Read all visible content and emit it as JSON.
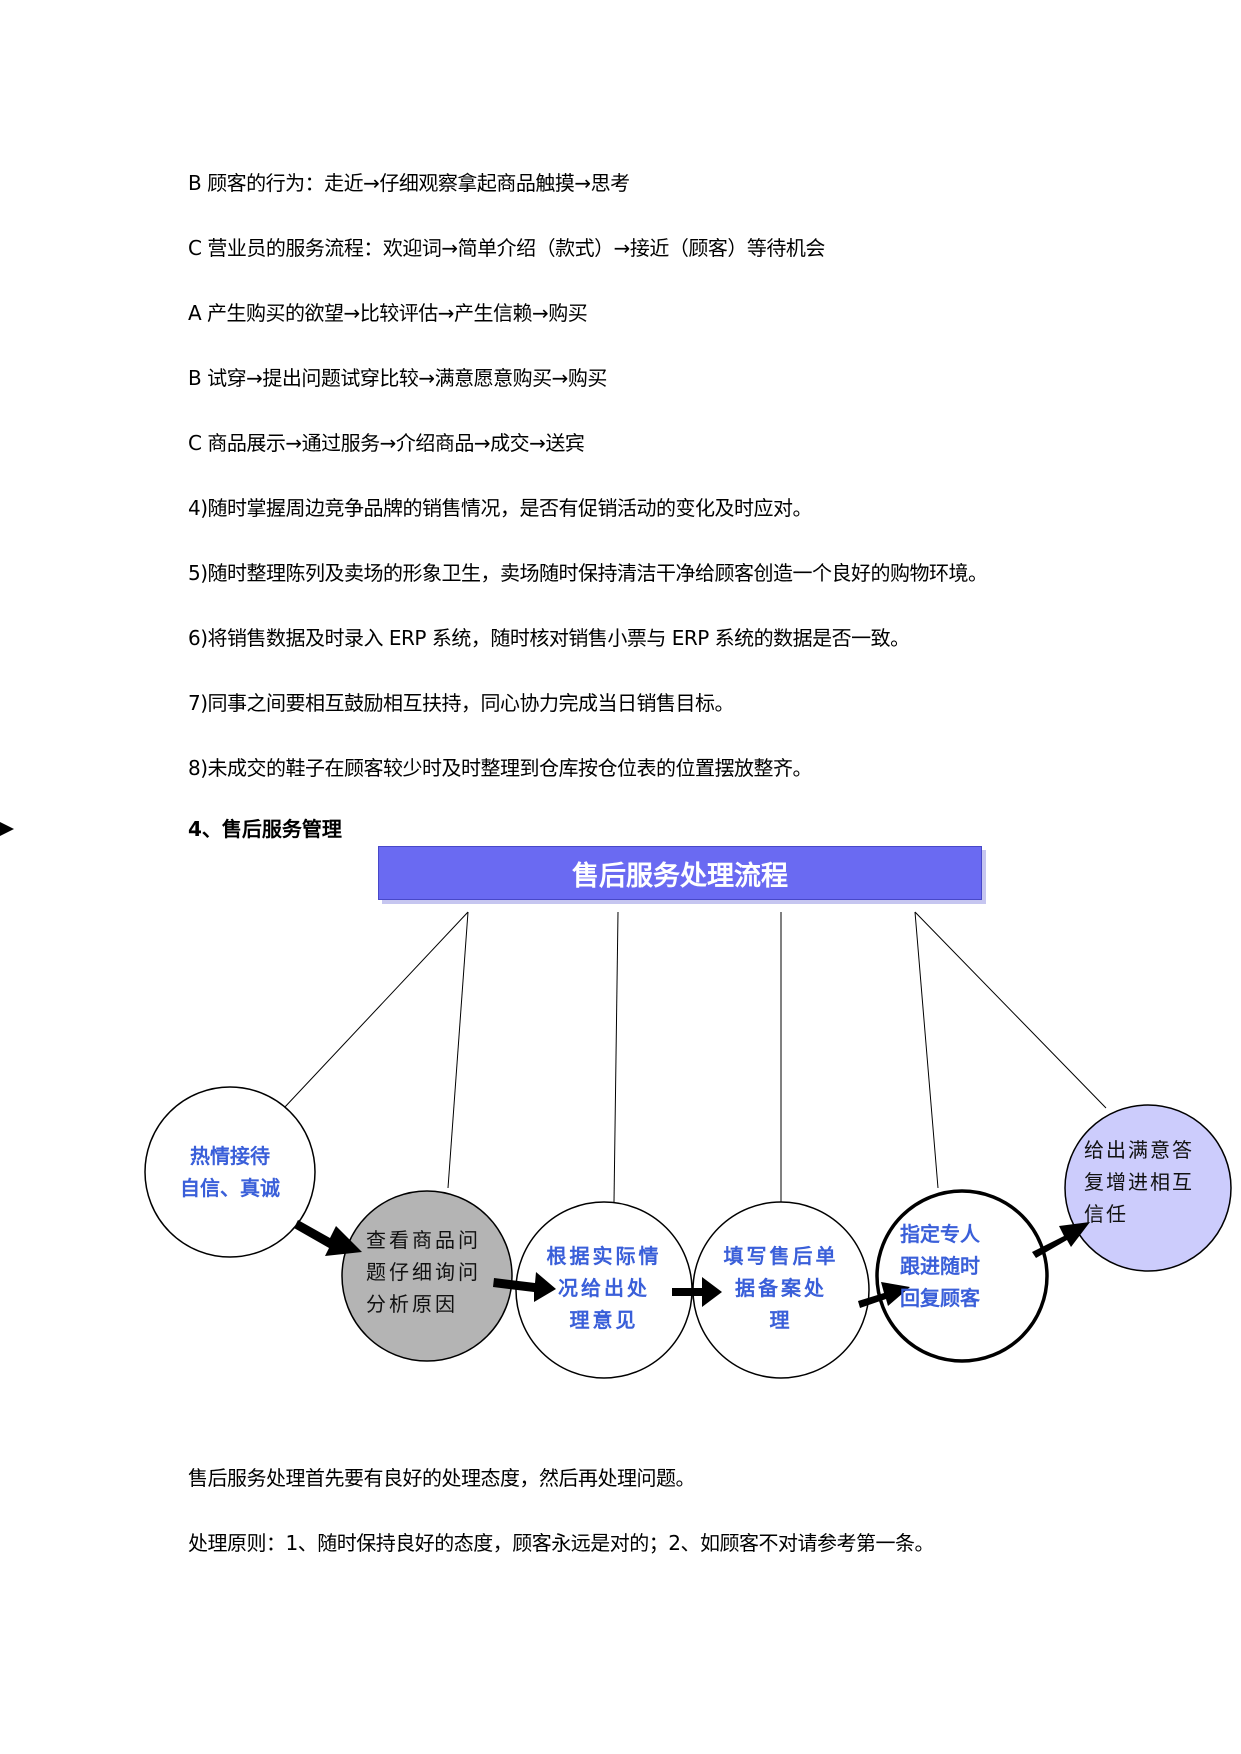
{
  "lines": [
    "B 顾客的行为：走近→仔细观察拿起商品触摸→思考",
    "C 营业员的服务流程：欢迎词→简单介绍（款式）→接近（顾客）等待机会",
    "A 产生购买的欲望→比较评估→产生信赖→购买",
    "B 试穿→提出问题试穿比较→满意愿意购买→购买",
    "C 商品展示→通过服务→介绍商品→成交→送宾",
    "4)随时掌握周边竞争品牌的销售情况，是否有促销活动的变化及时应对。",
    "5)随时整理陈列及卖场的形象卫生，卖场随时保持清洁干净给顾客创造一个良好的购物环境。",
    "6)将销售数据及时录入 ERP 系统，随时核对销售小票与 ERP 系统的数据是否一致。",
    "7)同事之间要相互鼓励相互扶持，同心协力完成当日销售目标。",
    "8)未成交的鞋子在顾客较少时及时整理到仓库按仓位表的位置摆放整齐。"
  ],
  "section_heading": "4、售后服务管理",
  "flow": {
    "title": "售后服务处理流程",
    "nodes": [
      {
        "lines": [
          "热情接待",
          "自信、真诚"
        ]
      },
      {
        "lines": [
          "查看商品问",
          "题仔细询问",
          "分析原因"
        ]
      },
      {
        "lines": [
          "根据实际情",
          "况给出处",
          "理意见"
        ]
      },
      {
        "lines": [
          "填写售后单",
          "据备案处",
          "理"
        ]
      },
      {
        "lines": [
          "指定专人",
          "跟进随时",
          "回复顾客"
        ]
      },
      {
        "lines": [
          "给出满意答",
          "复增进相互",
          "信任"
        ]
      }
    ],
    "colors": {
      "title_bg": "#6a6af2",
      "node_text": "#3a5fd9",
      "gray_fill": "#b4b4b4",
      "lavender_fill": "#ccccfc"
    }
  },
  "footer_lines": [
    "售后服务处理首先要有良好的处理态度，然后再处理问题。",
    "处理原则：1、随时保持良好的态度，顾客永远是对的；2、如顾客不对请参考第一条。"
  ]
}
